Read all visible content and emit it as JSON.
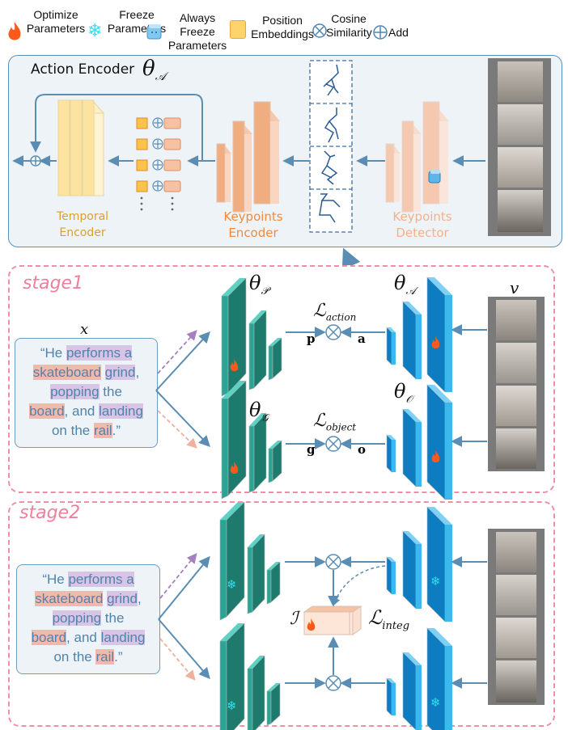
{
  "legend": {
    "items": [
      {
        "icon": "fire-icon",
        "label": "Optimize Parameters",
        "line1": "Optimize",
        "line2": "Parameters"
      },
      {
        "icon": "snowflake-icon",
        "label": "Freeze Parameters",
        "line1": "Freeze",
        "line2": "Parameters"
      },
      {
        "icon": "ice-cube-icon",
        "label": "Always Freeze Parameters",
        "line1": "Always Freeze",
        "line2": "Parameters"
      },
      {
        "icon": "position-square-icon",
        "label": "Position Embeddings",
        "line1": "Position",
        "line2": "Embeddings"
      },
      {
        "icon": "otimes-icon",
        "label": "Cosine Similarity",
        "line1": "Cosine",
        "line2": "Similarity"
      },
      {
        "icon": "oplus-icon",
        "label": "Add",
        "line1": "Add",
        "line2": ""
      }
    ]
  },
  "action_encoder": {
    "title": "Action Encoder",
    "theta": "θ",
    "theta_sub": "𝒜",
    "temporal_encoder": {
      "line1": "Temporal",
      "line2": "Encoder"
    },
    "keypoints_encoder": {
      "line1": "Keypoints",
      "line2": "Encoder"
    },
    "keypoints_detector": {
      "line1": "Keypoints",
      "line2": "Detector"
    },
    "dots": "⋮"
  },
  "stage1": {
    "label": "stage1",
    "x_label": "x",
    "v_label": "v",
    "theta_p": {
      "base": "θ",
      "sub": "𝒫"
    },
    "theta_g": {
      "base": "θ",
      "sub": "𝒢"
    },
    "theta_a": {
      "base": "θ",
      "sub": "𝒜"
    },
    "theta_o": {
      "base": "θ",
      "sub": "𝒪"
    },
    "loss_action": {
      "base": "ℒ",
      "sub": "action"
    },
    "loss_object": {
      "base": "ℒ",
      "sub": "object"
    },
    "p": "p",
    "a": "a",
    "g": "g",
    "o": "o"
  },
  "stage2": {
    "label": "stage2",
    "integ_symbol": "ℐ",
    "loss_integ": {
      "base": "ℒ",
      "sub": "integ"
    }
  },
  "caption_text": {
    "segments": [
      {
        "t": "“He ",
        "h": ""
      },
      {
        "t": "performs a",
        "h": "p"
      },
      {
        "t": "skateboard",
        "h": "o"
      },
      {
        "t": " ",
        "h": ""
      },
      {
        "t": "grind",
        "h": "p"
      },
      {
        "t": ",",
        "h": ""
      },
      {
        "t": "popping",
        "h": "p"
      },
      {
        "t": " the",
        "h": ""
      },
      {
        "t": "board",
        "h": "o"
      },
      {
        "t": ", and ",
        "h": ""
      },
      {
        "t": "landing",
        "h": "p"
      },
      {
        "t": "on the ",
        "h": ""
      },
      {
        "t": "rail",
        "h": "o"
      },
      {
        "t": ".”",
        "h": ""
      }
    ]
  },
  "colors": {
    "teal": "#1f7a6e",
    "teal_light": "#5fd1c4",
    "blue": "#0e7cc0",
    "blue_light": "#3ab8f0",
    "orange": "#f0ae80",
    "orange_label": "#f08a3c",
    "yellow": "#fde3a0",
    "arrow": "#5a8db3",
    "stage_pink": "#ee8fa6",
    "text_blue": "#4f84ad"
  }
}
